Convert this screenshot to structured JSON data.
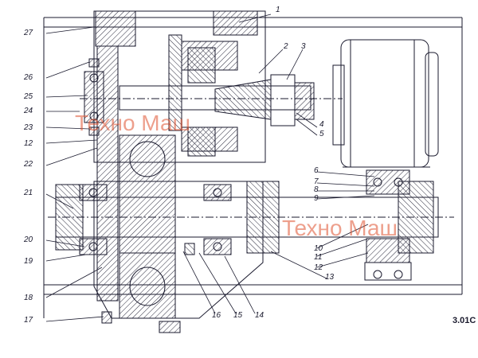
{
  "drawing": {
    "watermark": "Техно Маш",
    "code_fragment": "3.01C",
    "line_color": "#1a1a2e",
    "hatch_color": "#2b2b3d",
    "watermark_color": "#e0522f"
  },
  "callouts": [
    "1",
    "2",
    "3",
    "4",
    "5",
    "6",
    "7",
    "8",
    "9",
    "10",
    "11",
    "12",
    "13",
    "14",
    "15",
    "16",
    "17",
    "18",
    "19",
    "20",
    "21",
    "22",
    "23",
    "24",
    "25",
    "26",
    "27"
  ]
}
